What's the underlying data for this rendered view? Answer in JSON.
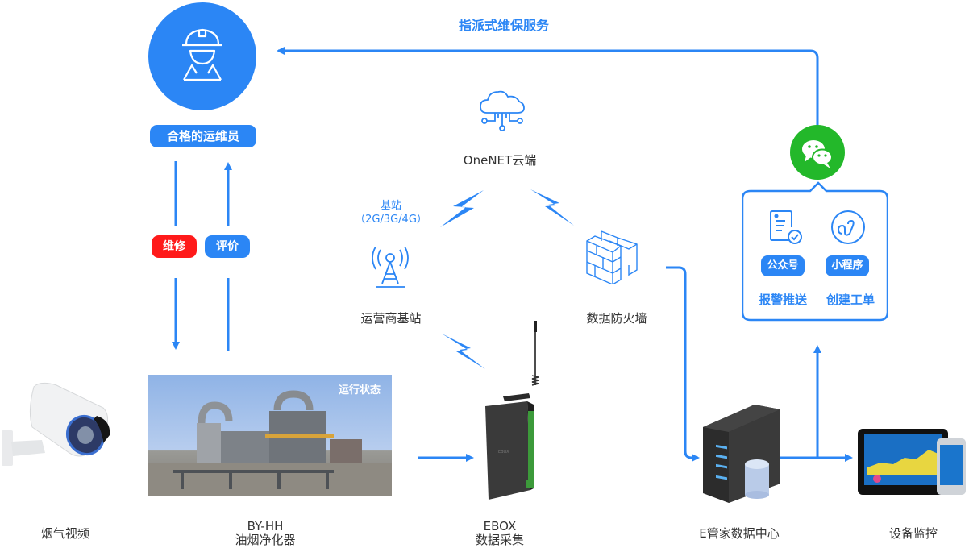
{
  "colors": {
    "accent": "#2b86f5",
    "repair": "#ff1a1a",
    "wechat": "#23b82a",
    "text": "#333333"
  },
  "top_flow": {
    "label": "指派式维保服务"
  },
  "maintainer": {
    "icon": "worker-helmet-icon",
    "label": "合格的运维员"
  },
  "actions": {
    "repair": "维修",
    "evaluate": "评价"
  },
  "cloud": {
    "icon": "cloud-network-icon",
    "label": "OneNET云端"
  },
  "base_station": {
    "icon": "signal-tower-icon",
    "note_title": "基站",
    "note_sub": "（2G/3G/4G）",
    "label": "运营商基站"
  },
  "firewall": {
    "icon": "brick-wall-icon",
    "label": "数据防火墙"
  },
  "wechat": {
    "icon": "wechat-icon",
    "items": [
      {
        "icon": "document-check-icon",
        "badge": "公众号",
        "caption": "报警推送"
      },
      {
        "icon": "mini-program-icon",
        "badge": "小程序",
        "caption": "创建工单"
      }
    ]
  },
  "devices": [
    {
      "id": "camera",
      "label": "烟气视频"
    },
    {
      "id": "purifier",
      "label_line1": "BY-HH",
      "label_line2": "油烟净化器",
      "overlay": "运行状态"
    },
    {
      "id": "ebox",
      "label_line1": "EBOX",
      "label_line2": "数据采集"
    },
    {
      "id": "datacenter",
      "label": "E管家数据中心"
    },
    {
      "id": "monitor",
      "label": "设备监控"
    }
  ]
}
